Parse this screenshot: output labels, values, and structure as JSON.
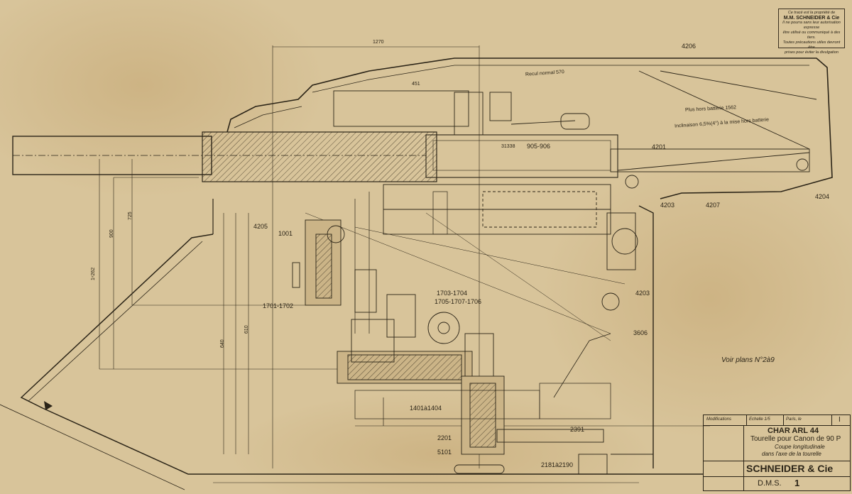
{
  "notice": {
    "line1": "Ce tracé est la propriété de",
    "company": "M.M. SCHNEIDER & Cie",
    "line2": "Il ne pourra sans leur autorisation expresse",
    "line3": "être utilisé ou communiqué à des tiers.",
    "line4": "Toutes précautions utiles devront être",
    "line5": "prises pour éviter la divulgation"
  },
  "annotations": {
    "dim_1270": "1270",
    "a4206": "4206",
    "recul": "Recul normal 570",
    "a451": "451",
    "plus_hors": "Plus hors batterie 1562",
    "inclinaison": "Inclinaison 6,5%(4°) à la mise hors batterie",
    "a31338": "31338",
    "a905": "905-906",
    "a4201": "4201",
    "a4204": "4204",
    "a4203_top": "4203",
    "a4207": "4207",
    "a4205": "4205",
    "a1001": "1001",
    "a1701": "1701-1702",
    "a1703": "1703-1704",
    "a1705": "1705-1707-1706",
    "a4203_mid": "4203",
    "a3606": "3606",
    "a1401": "1401à1404",
    "a2201": "2201",
    "a5101": "5101",
    "a2391": "2391",
    "a2181": "2181à2190",
    "voir_plans": "Voir plans N°2à9",
    "dim_1262": "1ⁿ262",
    "dim_900": "900",
    "dim_725": "725",
    "dim_640": "640",
    "dim_610": "610"
  },
  "cartouche": {
    "modifications": "Modifications",
    "echelle": "Echelle 1/5",
    "paris": "Paris, le",
    "sheet_mark": "I",
    "title": "CHAR ARL 44",
    "subtitle": "Tourelle pour Canon de 90 P",
    "desc1": "Coupe longitudinale",
    "desc2": "dans l'axe de la tourelle",
    "maker": "SCHNEIDER & Cie",
    "ref_code": "D.M.S.",
    "ref_num": "1"
  },
  "palette": {
    "paper": "#d8c49a",
    "ink": "#2b2417",
    "stain": "#c9b07e"
  }
}
